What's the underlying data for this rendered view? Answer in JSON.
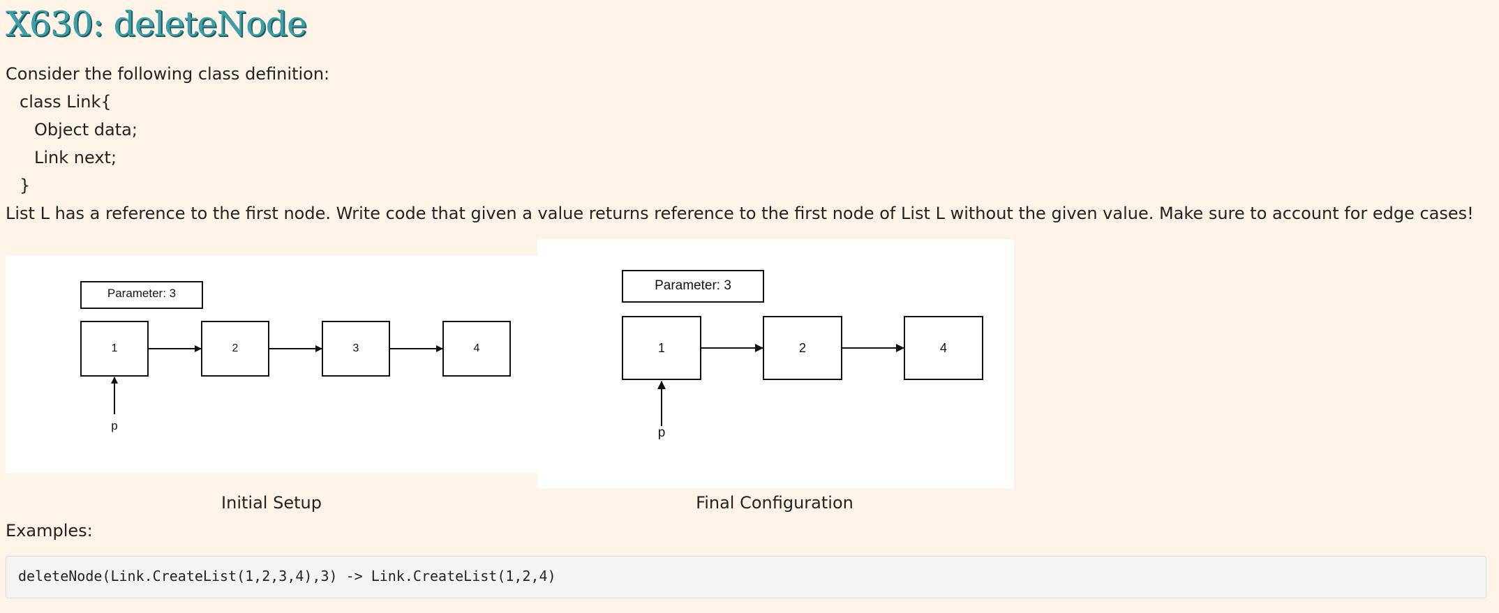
{
  "page": {
    "title": "X630: deleteNode",
    "intro": "Consider the following class definition:",
    "code_lines": [
      "class Link{",
      "Object data;",
      "Link next;",
      "}"
    ],
    "description": "List L has a reference to the first node. Write code that given a value returns reference to the first node of List L without the given value. Make sure to account for edge cases!",
    "examples_label": "Examples:",
    "example_code": "deleteNode(Link.CreateList(1,2,3,4),3) -> Link.CreateList(1,2,4)"
  },
  "figures": {
    "initial": {
      "caption": "Initial Setup",
      "parameter_label": "Parameter: 3",
      "nodes": [
        "1",
        "2",
        "3",
        "4"
      ],
      "pointer_label": "p"
    },
    "final": {
      "caption": "Final Configuration",
      "parameter_label": "Parameter: 3",
      "nodes": [
        "1",
        "2",
        "4"
      ],
      "pointer_label": "p"
    }
  }
}
